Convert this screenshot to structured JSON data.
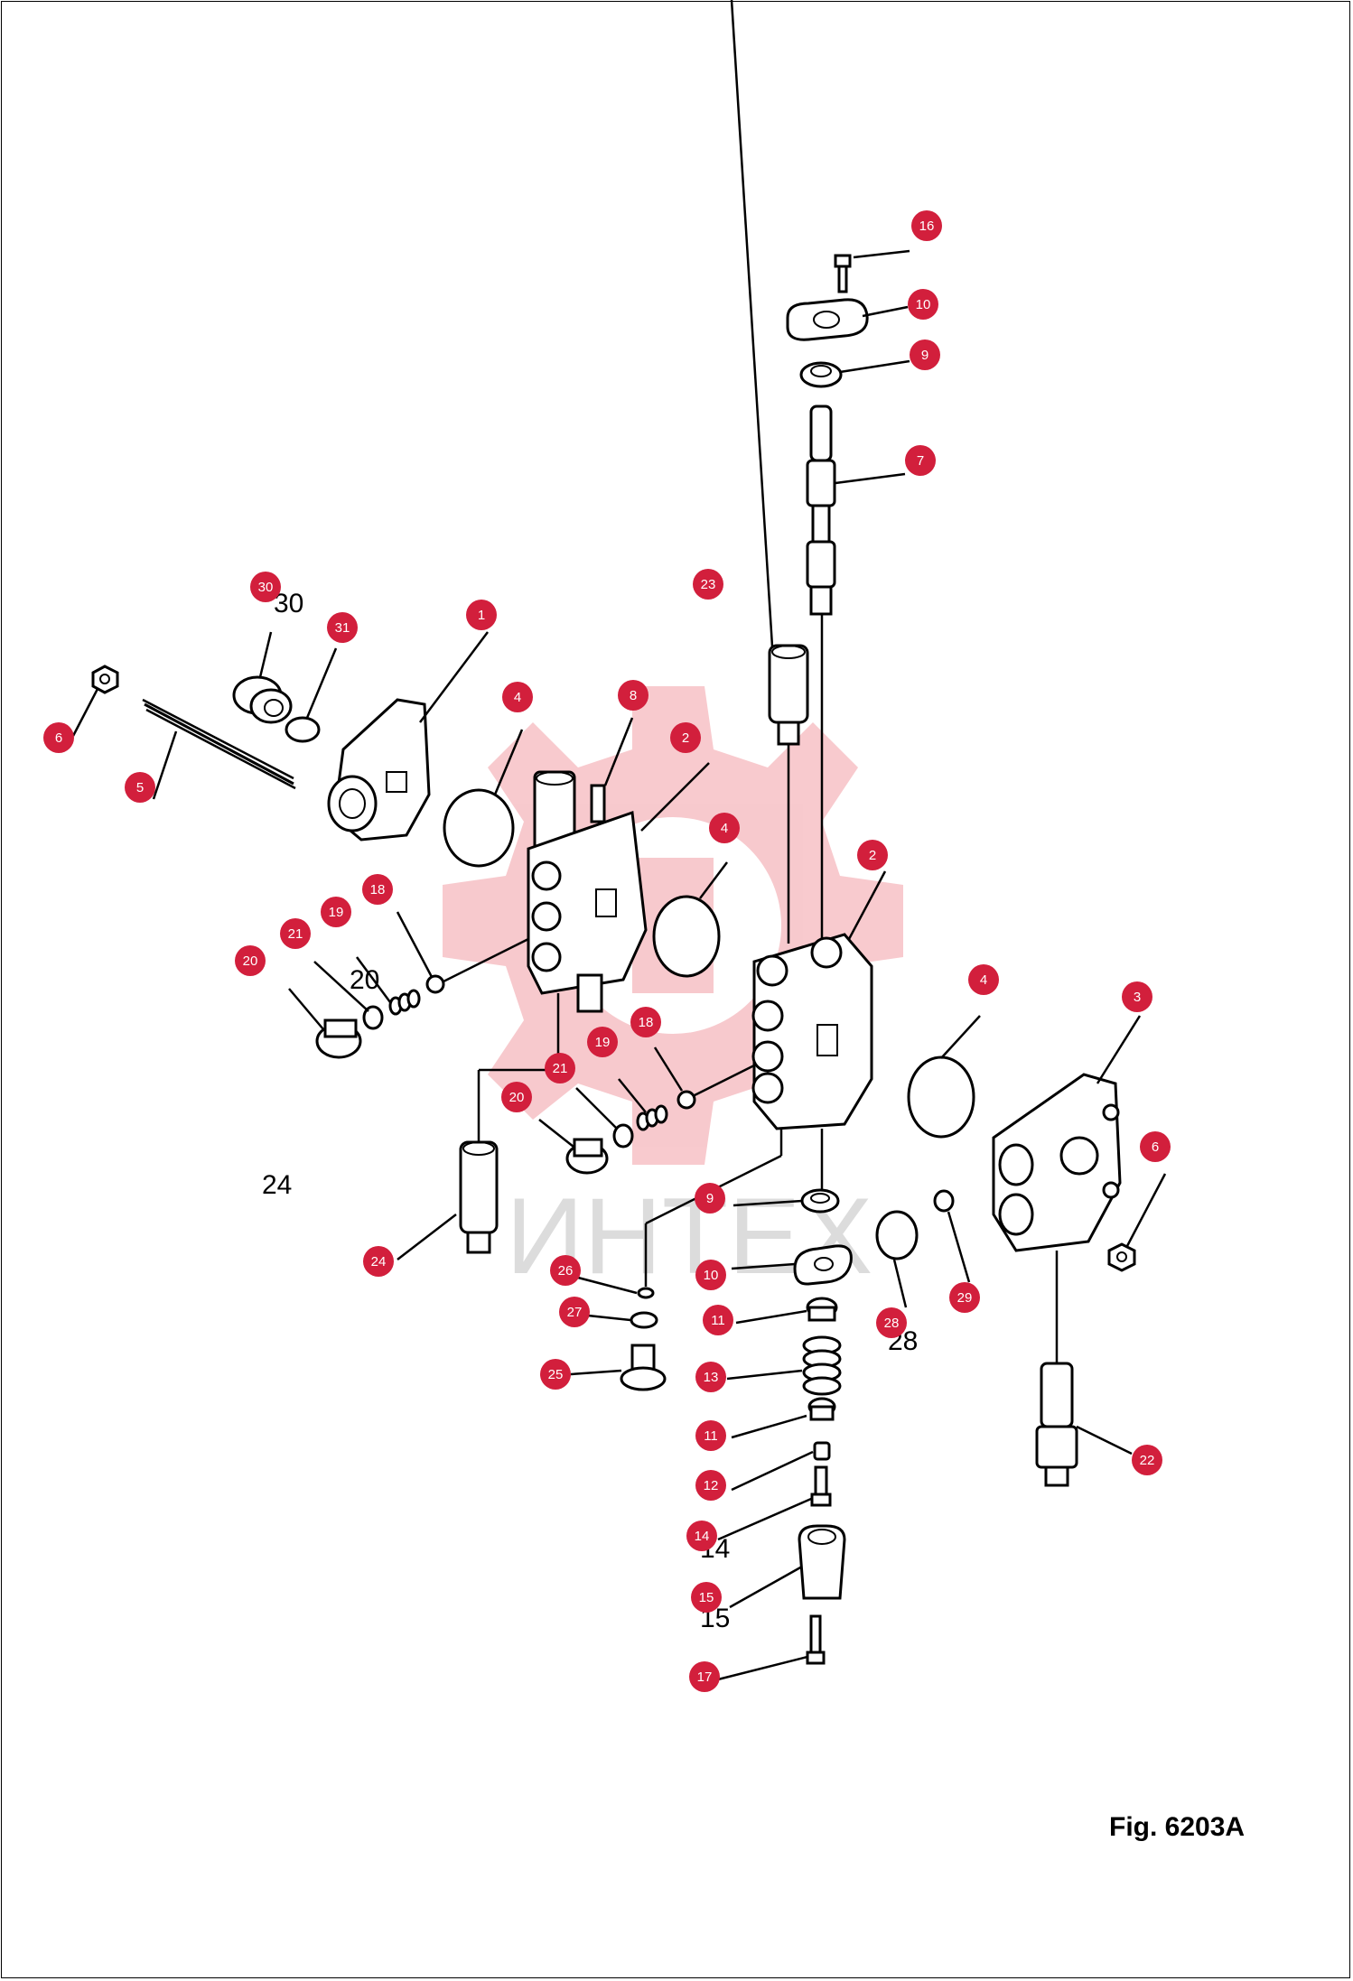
{
  "figure": {
    "label": "Fig. 6203A",
    "watermark_text": "ИНТЕХ"
  },
  "colors": {
    "badge": "#d21f3c",
    "watermark": "#f5b8bd",
    "line": "#000000"
  },
  "callouts": [
    {
      "id": "c16a",
      "label": "16"
    },
    {
      "id": "c10a",
      "label": "10"
    },
    {
      "id": "c9a",
      "label": "9"
    },
    {
      "id": "c7",
      "label": "7"
    },
    {
      "id": "c23",
      "label": "23"
    },
    {
      "id": "c30",
      "label": "30"
    },
    {
      "id": "c31",
      "label": "31"
    },
    {
      "id": "c1",
      "label": "1"
    },
    {
      "id": "c8",
      "label": "8"
    },
    {
      "id": "c4a",
      "label": "4"
    },
    {
      "id": "c2a",
      "label": "2"
    },
    {
      "id": "c6a",
      "label": "6"
    },
    {
      "id": "c5",
      "label": "5"
    },
    {
      "id": "c4b",
      "label": "4"
    },
    {
      "id": "c2b",
      "label": "2"
    },
    {
      "id": "c18a",
      "label": "18"
    },
    {
      "id": "c19a",
      "label": "19"
    },
    {
      "id": "c21a",
      "label": "21"
    },
    {
      "id": "c20a",
      "label": "20"
    },
    {
      "id": "c4c",
      "label": "4"
    },
    {
      "id": "c3",
      "label": "3"
    },
    {
      "id": "c18b",
      "label": "18"
    },
    {
      "id": "c19b",
      "label": "19"
    },
    {
      "id": "c21b",
      "label": "21"
    },
    {
      "id": "c20b",
      "label": "20"
    },
    {
      "id": "c6b",
      "label": "6"
    },
    {
      "id": "c9b",
      "label": "9"
    },
    {
      "id": "c24",
      "label": "24"
    },
    {
      "id": "c26",
      "label": "26"
    },
    {
      "id": "c10b",
      "label": "10"
    },
    {
      "id": "c27",
      "label": "27"
    },
    {
      "id": "c11a",
      "label": "11"
    },
    {
      "id": "c28",
      "label": "28"
    },
    {
      "id": "c29",
      "label": "29"
    },
    {
      "id": "c25",
      "label": "25"
    },
    {
      "id": "c13",
      "label": "13"
    },
    {
      "id": "c11b",
      "label": "11"
    },
    {
      "id": "c22",
      "label": "22"
    },
    {
      "id": "c12",
      "label": "12"
    },
    {
      "id": "c14",
      "label": "14"
    },
    {
      "id": "c15",
      "label": "15"
    },
    {
      "id": "c17",
      "label": "17"
    }
  ]
}
